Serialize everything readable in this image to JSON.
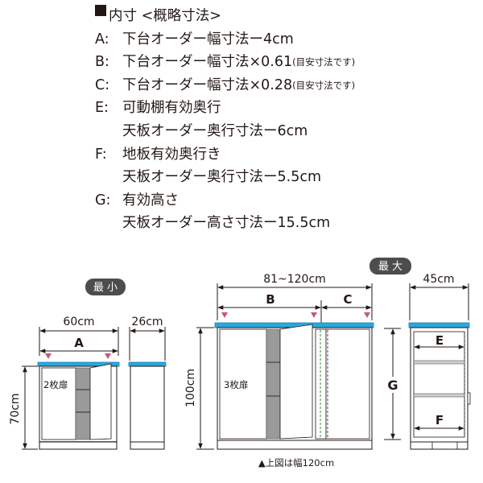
{
  "spec_header": "内寸 <概略寸法>",
  "spec_lines": [
    {
      "key": "A:",
      "text": "下台オーダー幅寸法ー4cm",
      "note": ""
    },
    {
      "key": "B:",
      "text": "下台オーダー幅寸法×0.61",
      "note": "(目安寸法です)"
    },
    {
      "key": "C:",
      "text": "下台オーダー幅寸法×0.28",
      "note": "(目安寸法です)"
    },
    {
      "key": "E:",
      "text": "可動棚有効奥行",
      "note": ""
    },
    {
      "key": "",
      "text": "天板オーダー奥行寸法ー6cm",
      "note": ""
    },
    {
      "key": "F:",
      "text": "地板有効奥行き",
      "note": ""
    },
    {
      "key": "",
      "text": "天板オーダー奥行寸法ー5.5cm",
      "note": ""
    },
    {
      "key": "G:",
      "text": "有効高さ",
      "note": ""
    },
    {
      "key": "",
      "text": "天板オーダー高さ寸法ー15.5cm",
      "note": ""
    }
  ],
  "labels": {
    "min_badge": "最 小",
    "max_badge": "最 大",
    "min_width": "60cm",
    "min_depth": "26cm",
    "min_height": "70cm",
    "max_width": "81~120cm",
    "max_depth": "45cm",
    "max_height": "100cm",
    "A": "A",
    "B": "B",
    "C": "C",
    "E": "E",
    "F": "F",
    "G": "G",
    "doors_2": "2枚扉",
    "doors_3": "3枚扉",
    "footnote": "▲上図は幅120cm"
  },
  "colors": {
    "top_board": "#29a8e0",
    "marker": "#c8567a",
    "line": "#231815",
    "badge": "#4d4d4d",
    "shelf": "#8c8c8c",
    "hinge_dash": "#3a8a3a"
  }
}
